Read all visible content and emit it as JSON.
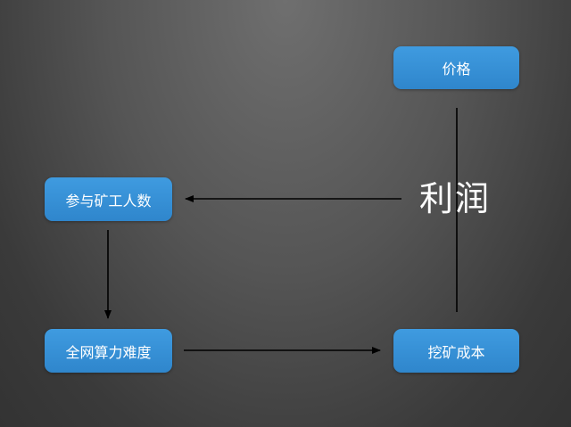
{
  "nodes": {
    "price": "价格",
    "miners": "参与矿工人数",
    "difficulty": "全网算力难度",
    "cost": "挖矿成本"
  },
  "edge_label": "利润",
  "colors": {
    "node_fill": "#3a94db",
    "node_text": "#ffffff",
    "edge": "#000000"
  }
}
